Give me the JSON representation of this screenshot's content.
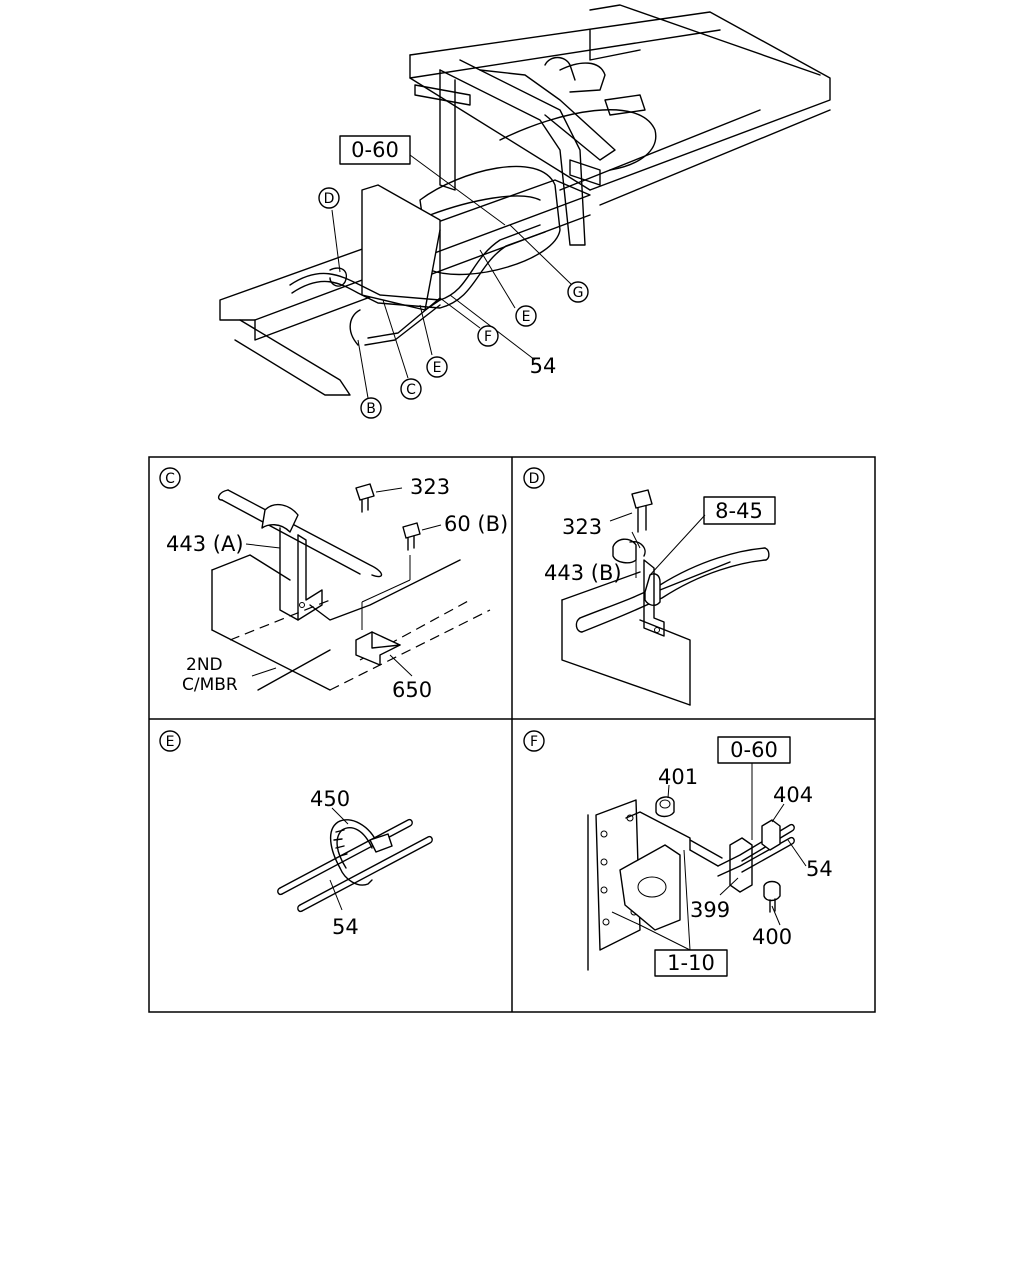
{
  "overview": {
    "ref_box": "0-60",
    "callouts": {
      "D": "D",
      "G": "G",
      "E1": "E",
      "E2": "E",
      "F": "F",
      "C": "C",
      "B": "B"
    },
    "part_54": "54"
  },
  "panel_c": {
    "letter": "C",
    "labels": {
      "p323": "323",
      "p60b": "60 (B)",
      "p443a": "443 (A)",
      "member_line1": "2ND",
      "member_line2": "C/MBR",
      "p650": "650"
    }
  },
  "panel_d": {
    "letter": "D",
    "ref_box": "8-45",
    "labels": {
      "p323": "323",
      "p443b": "443 (B)"
    }
  },
  "panel_e": {
    "letter": "E",
    "labels": {
      "p450": "450",
      "p54": "54"
    }
  },
  "panel_f": {
    "letter": "F",
    "ref_box_top": "0-60",
    "ref_box_bottom": "1-10",
    "labels": {
      "p401": "401",
      "p404": "404",
      "p54": "54",
      "p399": "399",
      "p400": "400"
    }
  }
}
